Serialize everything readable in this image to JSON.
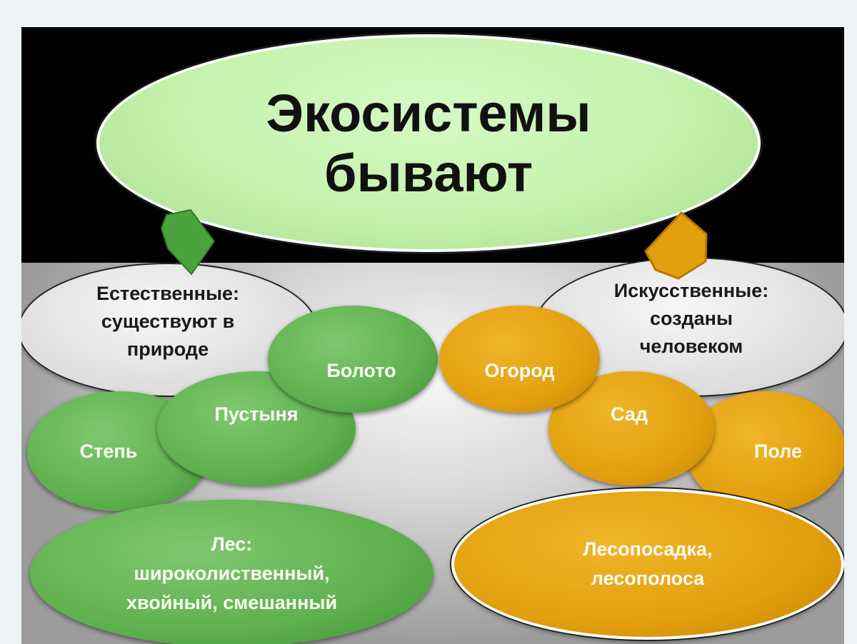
{
  "title": "Экосистемы\nбывают",
  "categories": {
    "natural": "Естественные:\nсуществуют в\nприроде",
    "artificial": "Искусственные:\nсозданы\nчеловеком"
  },
  "natural_items": {
    "swamp": "Болото",
    "desert": "Пустыня",
    "steppe": "Степь",
    "forest": "Лес:\nшироколиственный,\nхвойный, смешанный"
  },
  "artificial_items": {
    "vegetable_garden": "Огород",
    "garden": "Сад",
    "field": "Поле",
    "plantation": "Лесопосадка,\nлесополоса"
  },
  "colors": {
    "natural": "#5fb04f",
    "artificial": "#e2a00e",
    "title_fill": "#c4f2ad"
  }
}
